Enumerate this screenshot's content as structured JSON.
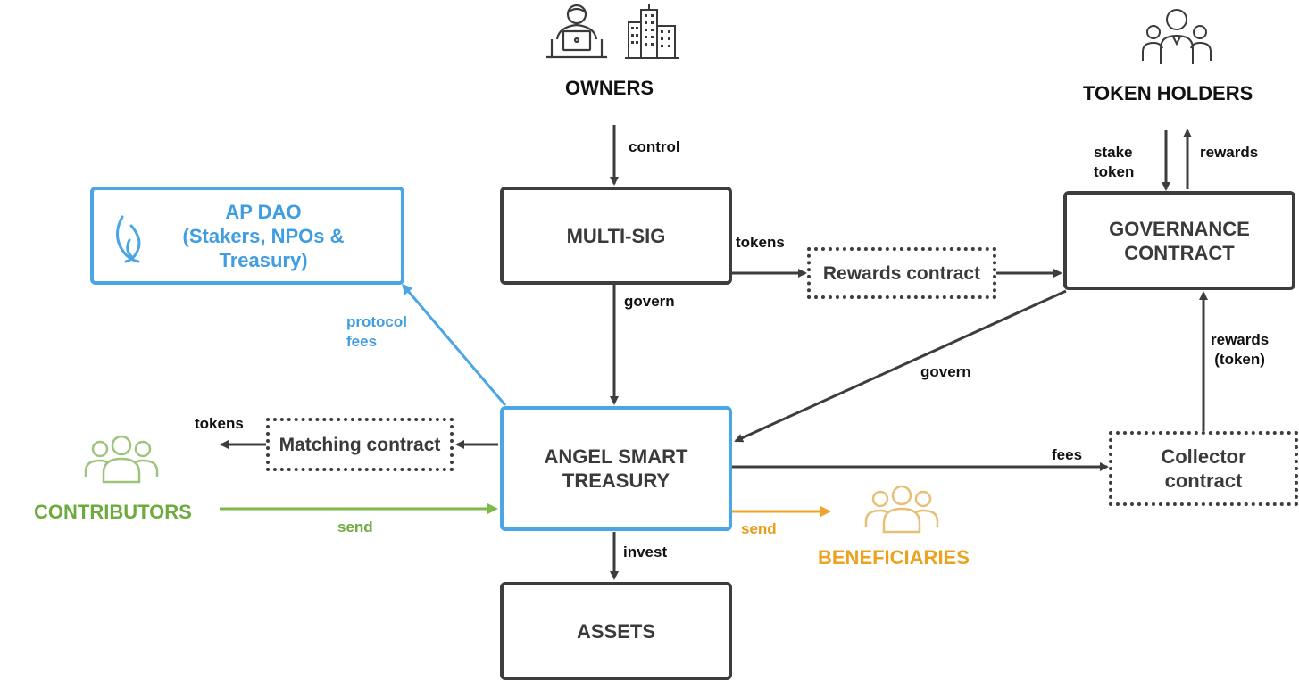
{
  "nodes": {
    "owners": "OWNERS",
    "token_holders": "TOKEN HOLDERS",
    "multisig": "MULTI-SIG",
    "ap_dao": [
      "AP DAO",
      "(Stakers, NPOs &",
      "Treasury)"
    ],
    "rewards_contract": "Rewards contract",
    "governance": [
      "GOVERNANCE",
      "CONTRACT"
    ],
    "matching_contract": "Matching contract",
    "treasury": [
      "ANGEL SMART",
      "TREASURY"
    ],
    "collector": [
      "Collector",
      "contract"
    ],
    "assets": "ASSETS",
    "contributors": "CONTRIBUTORS",
    "beneficiaries": "BENEFICIARIES"
  },
  "edges": {
    "control": "control",
    "tokens_to_rewards": "tokens",
    "govern_multisig": "govern",
    "protocol_fees": [
      "protocol",
      "fees"
    ],
    "stake_token": [
      "stake",
      "token"
    ],
    "rewards_up": "rewards",
    "rewards_token": [
      "rewards",
      "(token)"
    ],
    "govern_governance": "govern",
    "tokens_matching": "tokens",
    "fees": "fees",
    "send_contributors": "send",
    "send_beneficiaries": "send",
    "invest": "invest"
  },
  "colors": {
    "dark": "#3d3d3d",
    "blue": "#4aa6e4",
    "green": "#7cb84a",
    "orange": "#eea32a",
    "icon_gray": "#3a3a3a"
  },
  "icons": {
    "owners": [
      "person-laptop-icon",
      "buildings-icon"
    ],
    "token_holders": "group-icon",
    "ap_dao": "flame-icon",
    "contributors": "group-icon",
    "beneficiaries": "group-icon"
  }
}
